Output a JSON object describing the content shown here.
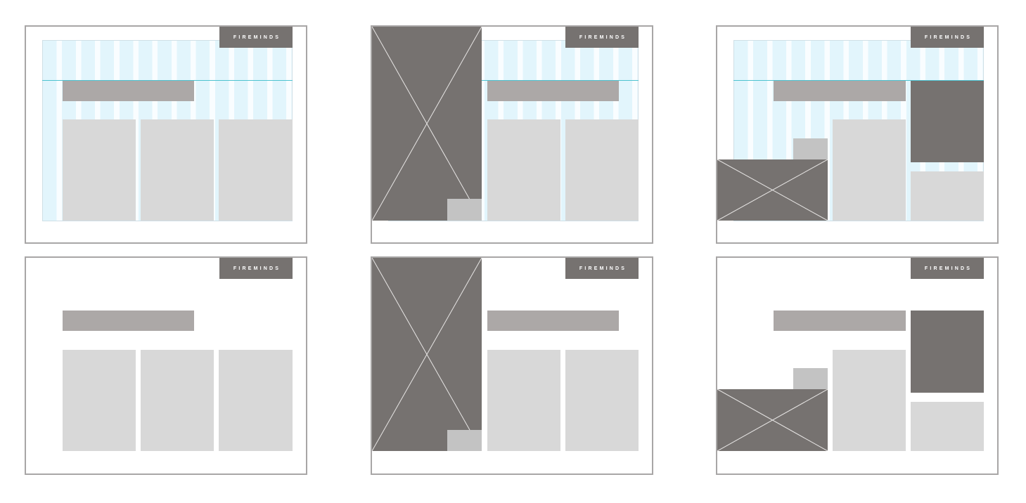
{
  "logo_text": "FIREMINDS",
  "colors": {
    "frame_border": "#a8a6a6",
    "logo_background": "#767270",
    "title_bar": "#aca8a7",
    "content_card": "#d8d8d8",
    "image_placeholder": "#767270",
    "small_box": "#c3c3c3",
    "grid_column": "#e2f5fc",
    "baseline": "#4ec2d0"
  },
  "panels": [
    {
      "layout": "three-column",
      "grid_overlay": true
    },
    {
      "layout": "image-left-two-column",
      "grid_overlay": true
    },
    {
      "layout": "asymmetric-mixed",
      "grid_overlay": true
    },
    {
      "layout": "three-column",
      "grid_overlay": false
    },
    {
      "layout": "image-left-two-column",
      "grid_overlay": false
    },
    {
      "layout": "asymmetric-mixed",
      "grid_overlay": false
    }
  ]
}
